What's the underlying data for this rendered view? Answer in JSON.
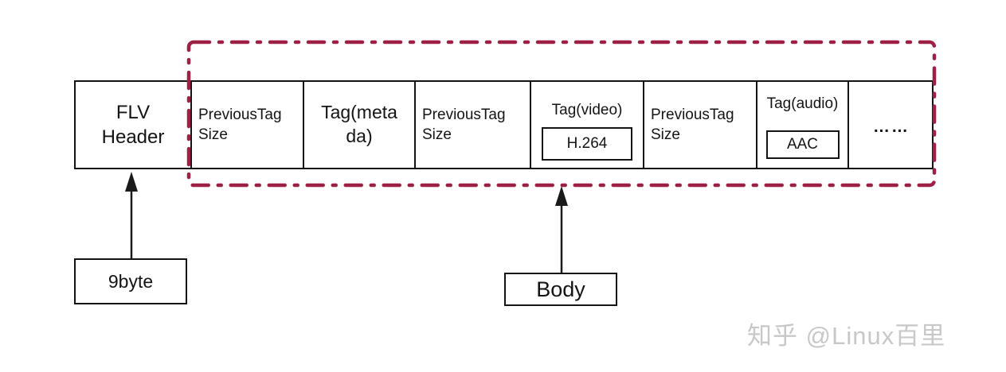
{
  "colors": {
    "dashed_border": "#9e2145",
    "line": "#1a1a1a",
    "box_border": "#141414",
    "watermark_gray": "#c8c8c8",
    "background": "#ffffff"
  },
  "row": {
    "cells": [
      {
        "id": "flv-header",
        "lines": [
          "FLV",
          "Header"
        ]
      },
      {
        "id": "previous-tag-size-1",
        "lines": [
          "PreviousTag",
          "Size"
        ]
      },
      {
        "id": "tag-metadata",
        "lines": [
          "Tag(meta",
          "da)"
        ]
      },
      {
        "id": "previous-tag-size-2",
        "lines": [
          "PreviousTag",
          "Size"
        ]
      },
      {
        "id": "tag-video",
        "lines": [
          "Tag(video)"
        ],
        "sub": "H.264"
      },
      {
        "id": "previous-tag-size-3",
        "lines": [
          "PreviousTag",
          "Size"
        ]
      },
      {
        "id": "tag-audio",
        "lines": [
          "Tag(audio)"
        ],
        "sub": "AAC"
      },
      {
        "id": "ellipsis",
        "lines": [
          "……"
        ]
      }
    ]
  },
  "callouts": {
    "header_size": "9byte",
    "body_label": "Body"
  },
  "watermark": {
    "text": "知乎 @Linux百里"
  }
}
